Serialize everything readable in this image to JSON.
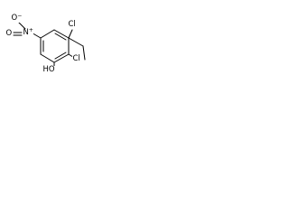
{
  "molecule": {
    "atoms": {
      "cl_top": "Cl",
      "cl_right": "Cl",
      "nitro_o_minus": "O",
      "nitro_o_charge": "−",
      "nitro_n": "N",
      "nitro_n_charge": "+",
      "nitro_o_double": "O",
      "hydroxyl": "HO"
    }
  },
  "colors": {
    "bond": "#000000",
    "text": "#000000",
    "background": "#ffffff"
  }
}
